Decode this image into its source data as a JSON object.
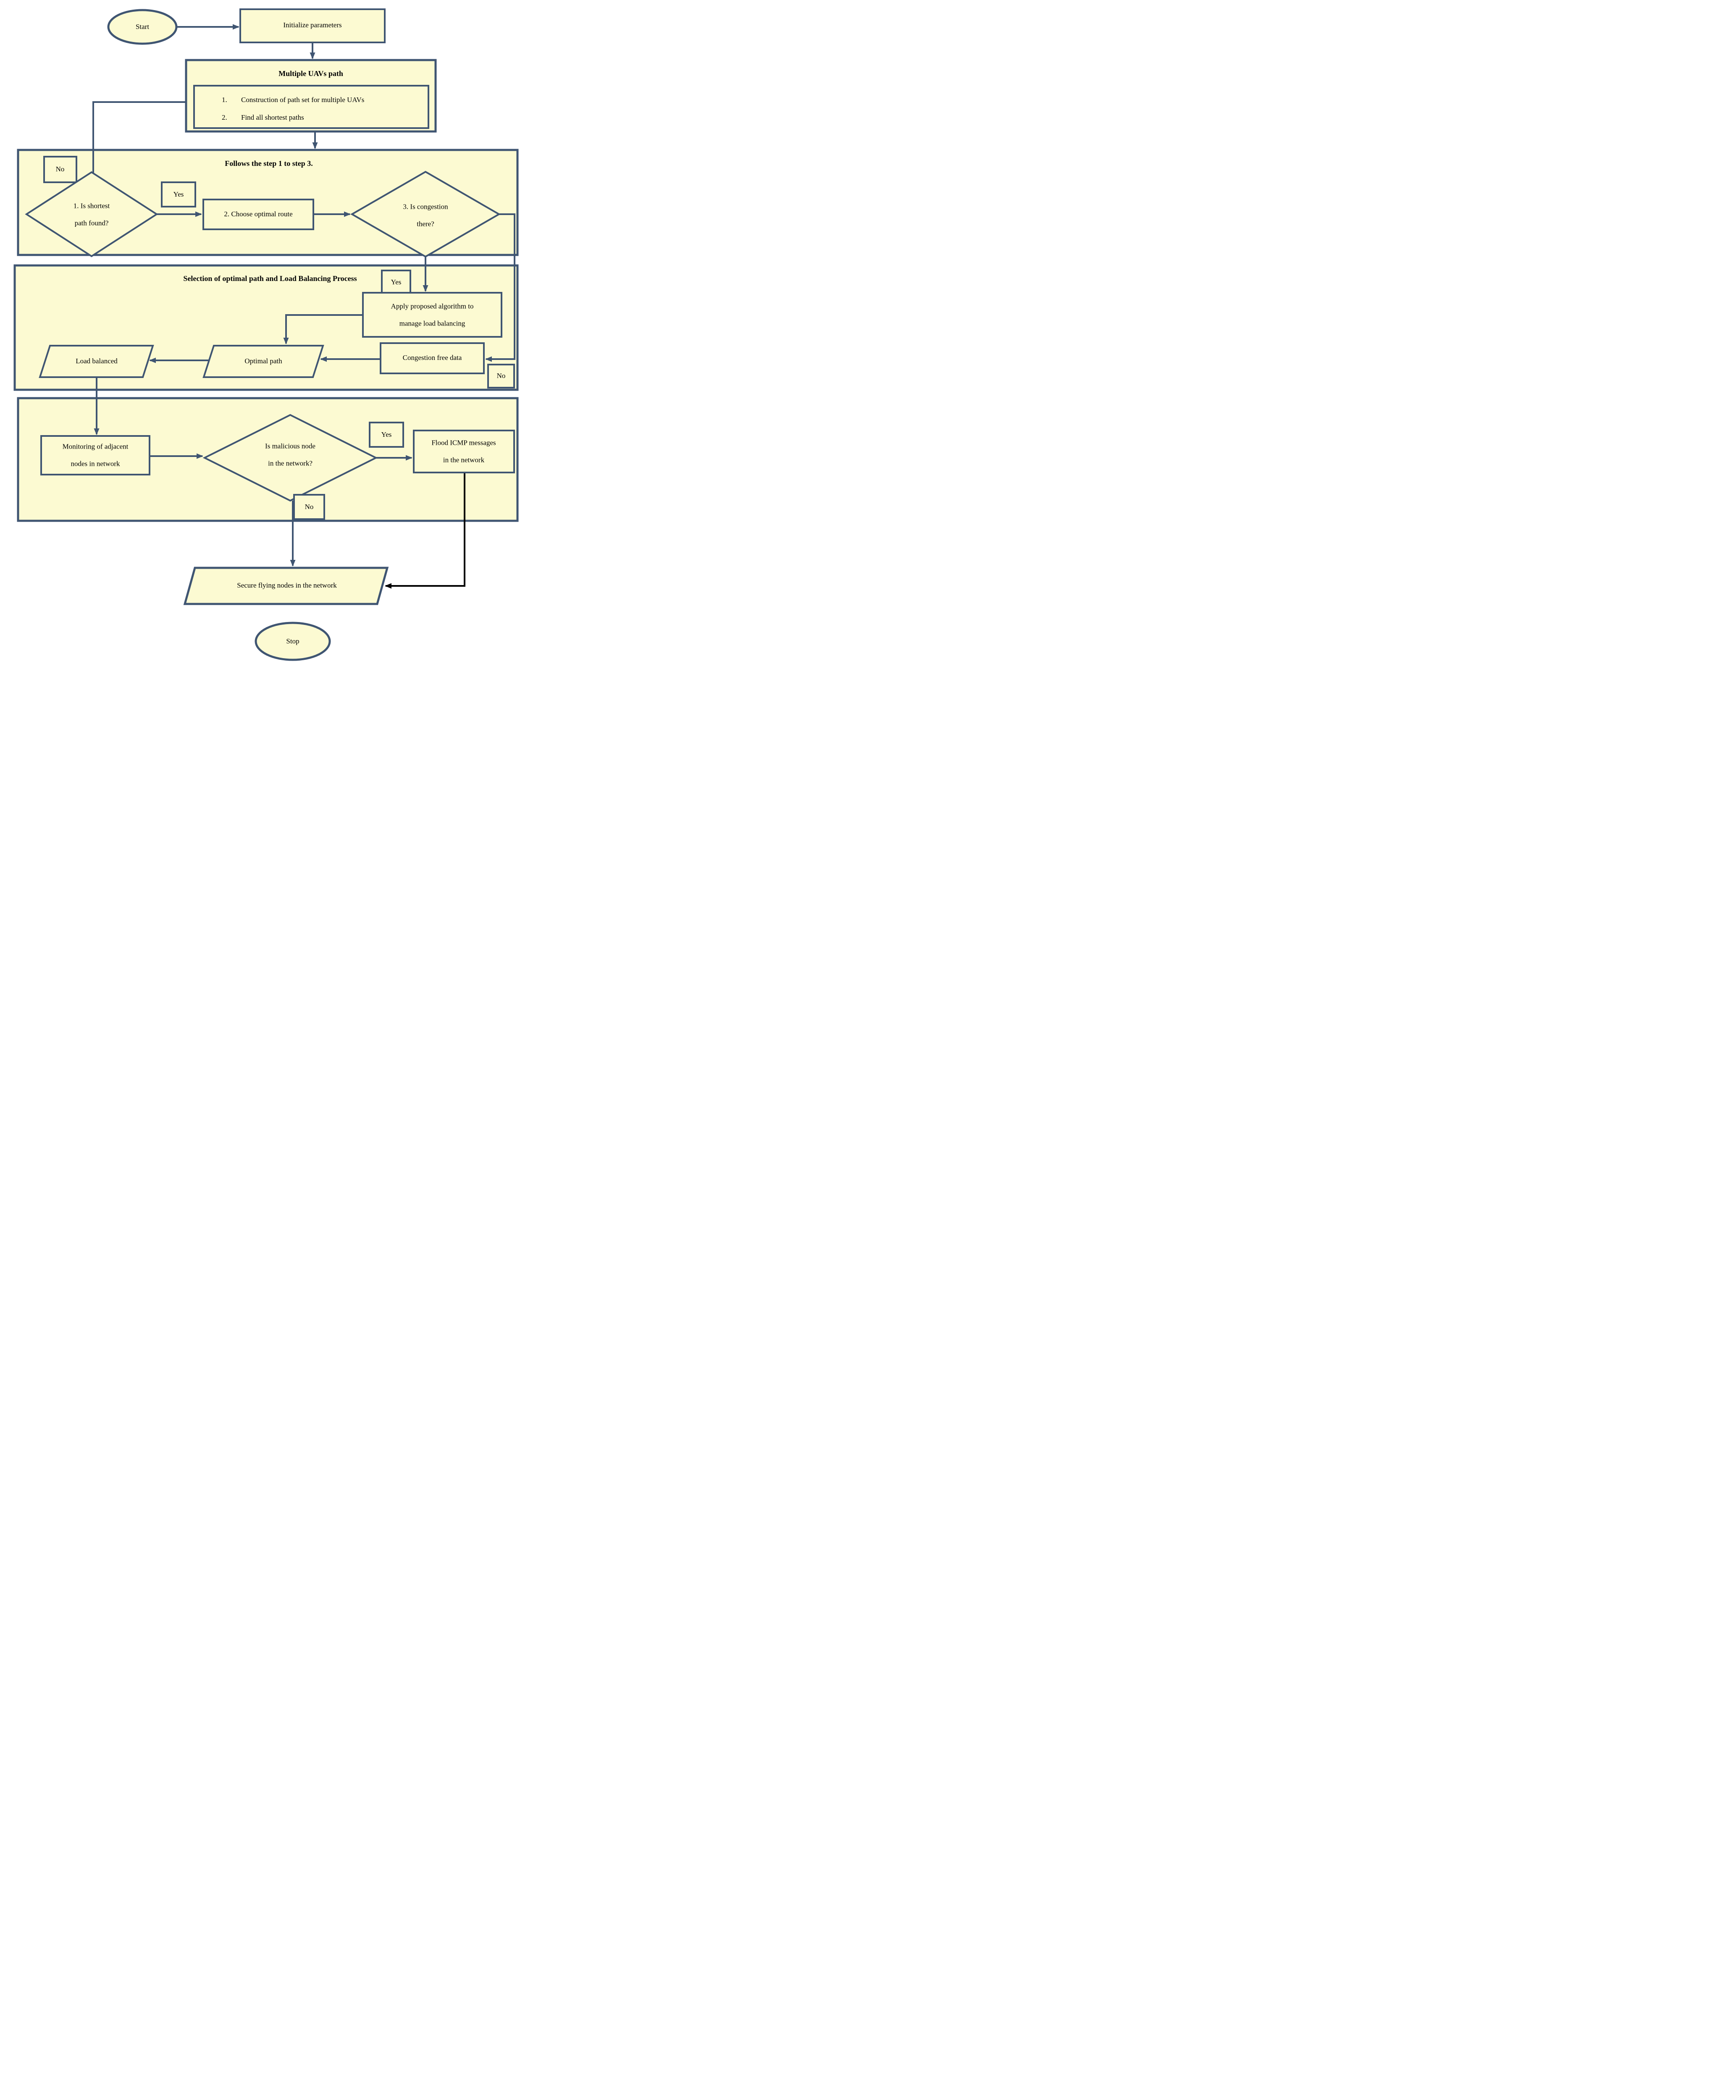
{
  "colors": {
    "fill": "#FCFAD2",
    "stroke": "#3F5572",
    "arrow_black": "#000000",
    "text": "#000000",
    "background": "#FFFFFF"
  },
  "nodes": {
    "start": {
      "label": "Start"
    },
    "initialize": {
      "label": "Initialize parameters"
    },
    "multiple_uavs": {
      "title": "Multiple UAVs path",
      "items": [
        {
          "num": "1.",
          "text": "Construction of path set for multiple UAVs"
        },
        {
          "num": "2.",
          "text": "Find all shortest paths"
        }
      ]
    },
    "decision_shortest": {
      "line1": "1. Is shortest",
      "line2": "path found?"
    },
    "choose_route": {
      "label": "2. Choose optimal route"
    },
    "decision_congestion": {
      "line1": "3. Is congestion",
      "line2": "there?"
    },
    "apply_algorithm": {
      "line1": "Apply proposed algorithm to",
      "line2": "manage load balancing"
    },
    "congestion_free": {
      "label": "Congestion free data"
    },
    "optimal_path": {
      "label": "Optimal path"
    },
    "load_balanced": {
      "label": "Load balanced"
    },
    "monitoring": {
      "line1": "Monitoring of adjacent",
      "line2": "nodes in network"
    },
    "decision_malicious": {
      "line1": "Is malicious node",
      "line2": "in the network?"
    },
    "flood_icmp": {
      "line1": "Flood ICMP messages",
      "line2": "in the network"
    },
    "secure_nodes": {
      "label": "Secure flying nodes in the network"
    },
    "stop": {
      "label": "Stop"
    }
  },
  "sections": {
    "steps": {
      "title": "Follows the step 1 to step 3."
    },
    "load_balancing": {
      "title": "Selection of optimal path and Load Balancing Process"
    }
  },
  "branch_labels": {
    "no1": "No",
    "yes1": "Yes",
    "yes2": "Yes",
    "no2": "No",
    "yes3": "Yes",
    "no3": "No"
  }
}
